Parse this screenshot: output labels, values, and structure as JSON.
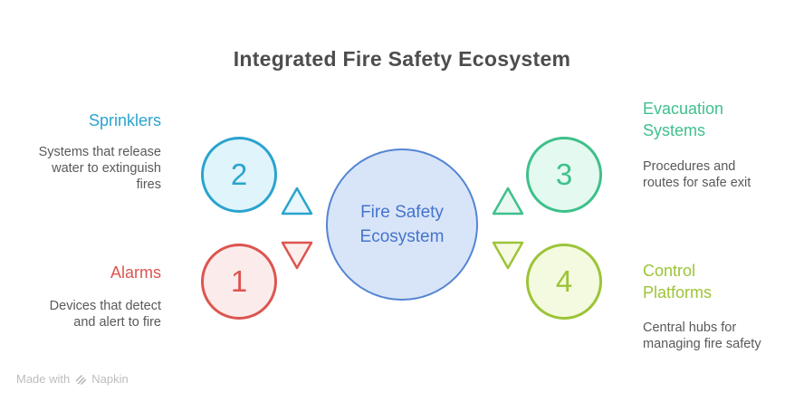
{
  "title": "Integrated Fire Safety Ecosystem",
  "center_node": {
    "label": "Fire Safety Ecosystem"
  },
  "nodes": {
    "sprinklers": {
      "number": "2",
      "title": "Sprinklers",
      "description": "Systems that release water to extinguish fires",
      "accent": "#2AA4CE",
      "fill": "#DFF4FB",
      "triangle_fill": "#E9F6FC"
    },
    "alarms": {
      "number": "1",
      "title": "Alarms",
      "description": "Devices that detect and alert to fire",
      "accent": "#DC5550",
      "fill": "#FBECEB",
      "triangle_fill": "#FCEFEE"
    },
    "evacuation": {
      "number": "3",
      "title": "Evacuation Systems",
      "description": "Procedures and routes for safe exit",
      "accent": "#3EC08B",
      "fill": "#E4F9EF",
      "triangle_fill": "#E9F9F1"
    },
    "control": {
      "number": "4",
      "title": "Control Platforms",
      "description": "Central hubs for managing fire safety",
      "accent": "#9CC438",
      "fill": "#F4FADF",
      "triangle_fill": "#F6FAE4"
    }
  },
  "footer": {
    "made_with": "Made with",
    "brand": "Napkin"
  },
  "colors": {
    "title_text": "#4D4D4D",
    "body_text": "#595959",
    "center_stroke": "#5585D3",
    "center_fill": "#D8E5F8",
    "center_text": "#4574CB",
    "watermark": "#BDBDBD"
  }
}
